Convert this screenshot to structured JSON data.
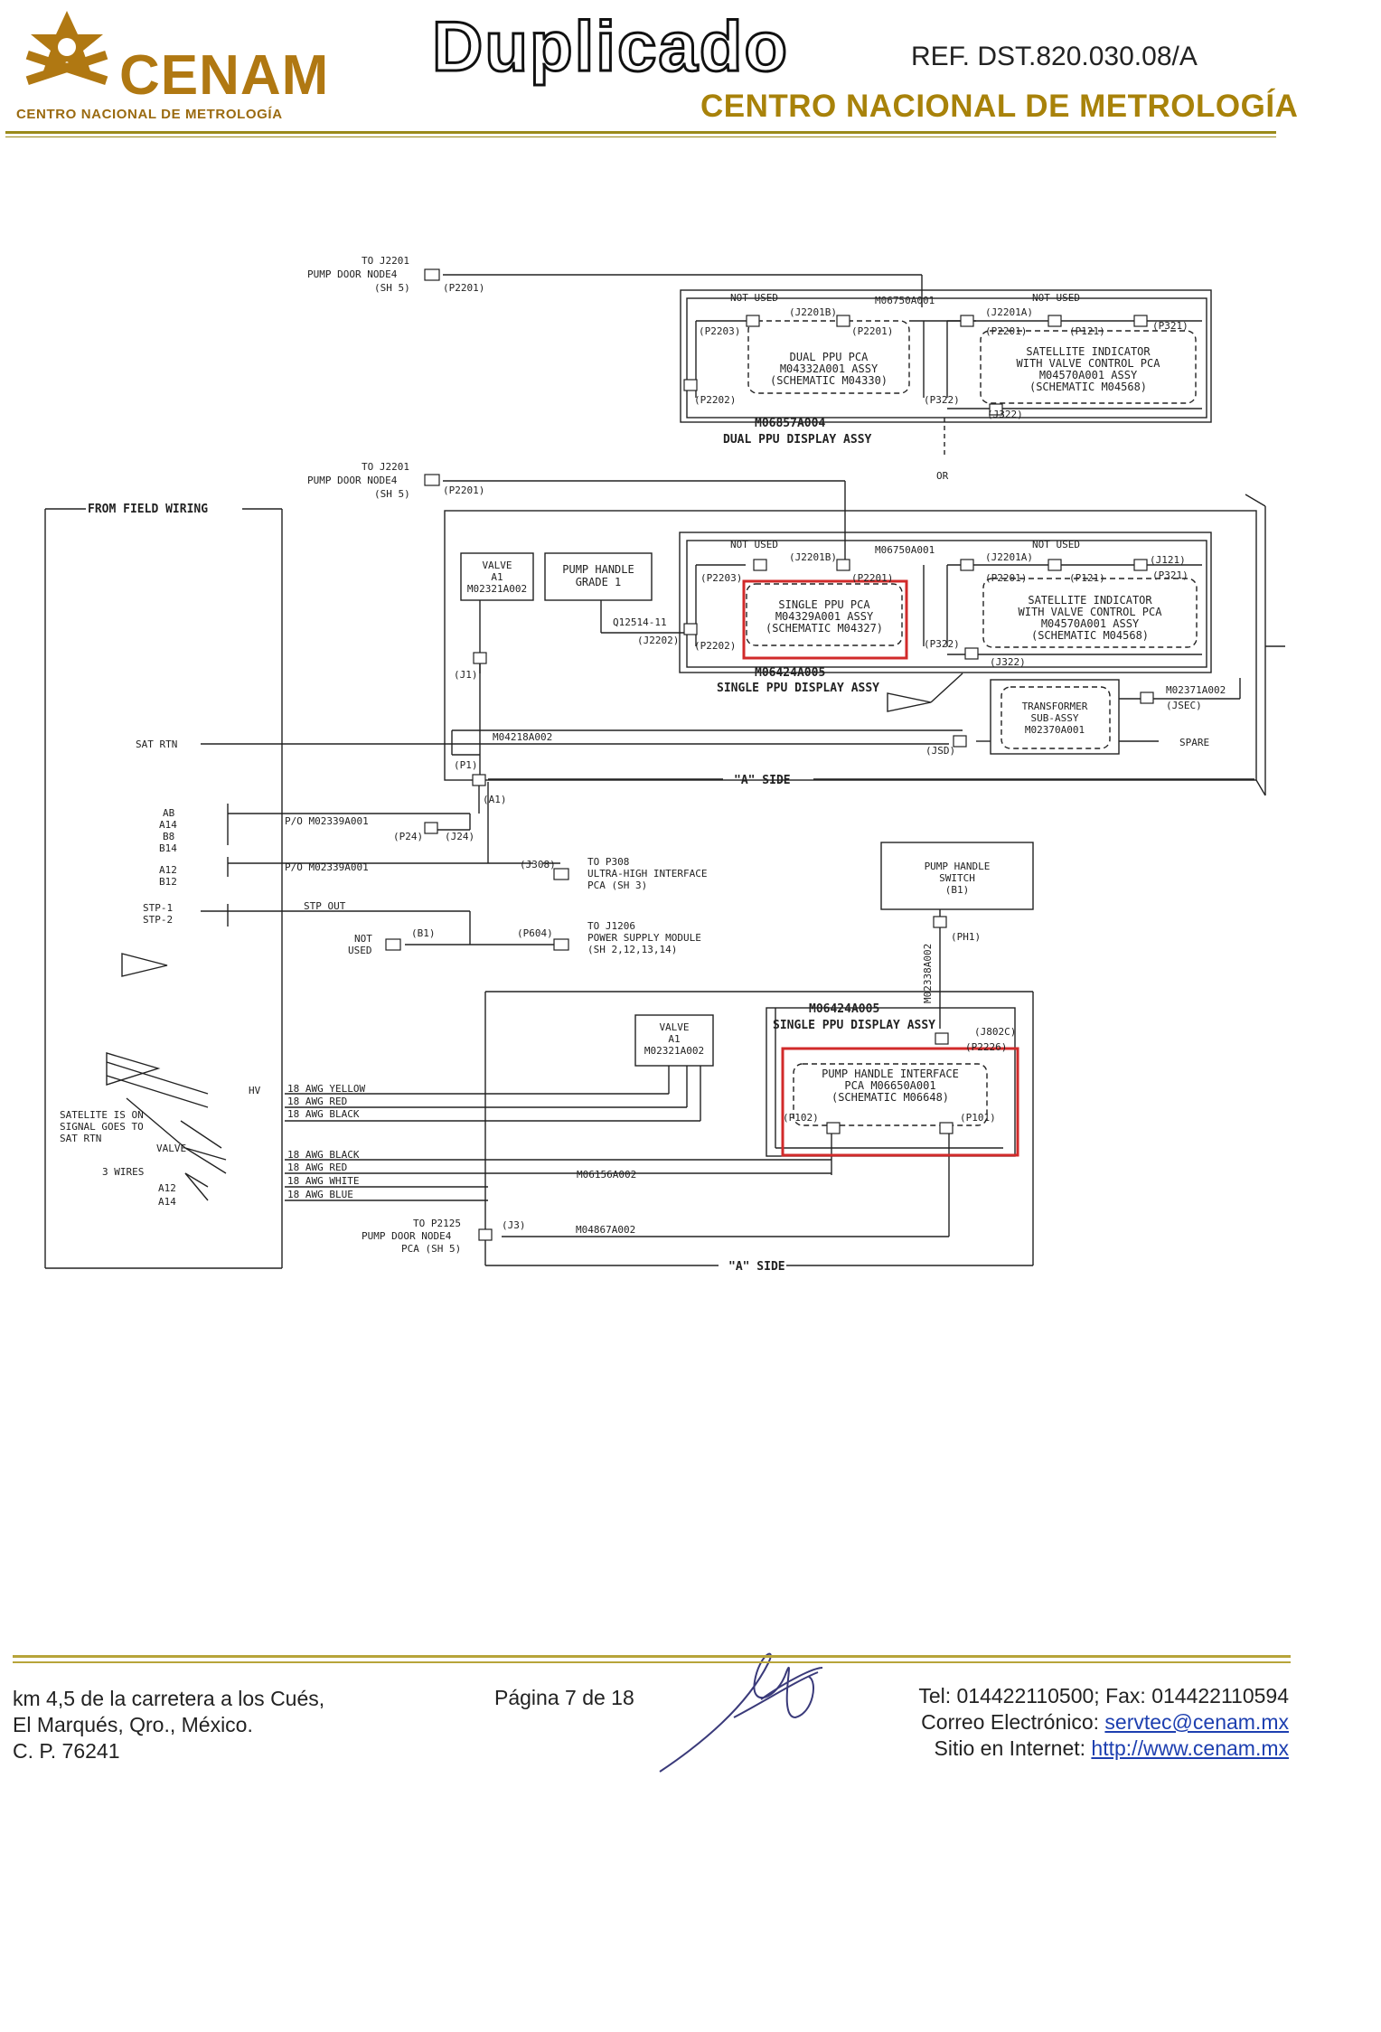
{
  "header": {
    "logo_name": "CENAM",
    "logo_subtitle": "CENTRO NACIONAL DE METROLOGÍA",
    "stamp": "Duplicado",
    "reference": "REF. DST.820.030.08/A",
    "institution": "CENTRO NACIONAL DE METROLOGÍA"
  },
  "diagram": {
    "top_feed": [
      "TO J2201",
      "PUMP DOOR NODE4",
      "(SH 5)",
      "(P2201)"
    ],
    "mid_feed": [
      "TO J2201",
      "PUMP DOOR NODE4",
      "(SH 5)",
      "(P2201)"
    ],
    "dual": {
      "not_used_left": "NOT USED",
      "j2201b": "(J2201B)",
      "p2203": "(P2203)",
      "p2201": "(P2201)",
      "part_no": "M06750A001",
      "j2201a": "(J2201A)",
      "not_used_right": "NOT USED",
      "p121": "(P121)",
      "p321": "(P321)",
      "p2201b": "(P2201)",
      "pca": [
        "DUAL PPU PCA",
        "M04332A001 ASSY",
        "(SCHEMATIC M04330)"
      ],
      "sat": [
        "SATELLITE INDICATOR",
        "WITH VALVE CONTROL PCA",
        "M04570A001 ASSY",
        "(SCHEMATIC M04568)"
      ],
      "p2202": "(P2202)",
      "p322": "(P322)",
      "j322": "(J322)",
      "assy_no": "M06857A004",
      "assy_name": "DUAL PPU DISPLAY ASSY",
      "or": "OR"
    },
    "single": {
      "not_used_left": "NOT USED",
      "j2201b": "(J2201B)",
      "p2203": "(P2203)",
      "p2201": "(P2201)",
      "part_no": "M06750A001",
      "j2201a": "(J2201A)",
      "not_used_right": "NOT USED",
      "p121": "(P121)",
      "j121": "(J121)",
      "p321": "(P321)",
      "p2201b": "(P2201)",
      "pca": [
        "SINGLE PPU PCA",
        "M04329A001 ASSY",
        "(SCHEMATIC M04327)"
      ],
      "sat": [
        "SATELLITE INDICATOR",
        "WITH VALVE CONTROL PCA",
        "M04570A001 ASSY",
        "(SCHEMATIC M04568)"
      ],
      "p2202": "(P2202)",
      "p322": "(P322)",
      "j322": "(J322)",
      "assy_no": "M06424A005",
      "assy_name": "SINGLE PPU DISPLAY ASSY",
      "valve": [
        "VALVE",
        "A1",
        "M02321A002"
      ],
      "pump_handle": [
        "PUMP HANDLE",
        "GRADE 1"
      ],
      "q12514": "Q12514-11",
      "j2202": "(J2202)",
      "j1": "(J1)",
      "transformer": [
        "TRANSFORMER",
        "SUB-ASSY",
        "M02370A001"
      ],
      "m02371": "M02371A002",
      "jsec": "(JSEC)",
      "spare": "SPARE",
      "jsd": "(JSD)",
      "m04218": "M04218A002",
      "p1": "(P1)",
      "a1": "(A1)",
      "a_side": "\"A\" SIDE"
    },
    "left": {
      "field_wiring": "FROM FIELD WIRING",
      "sat_rtn": "SAT RTN",
      "ab": "AB",
      "a14": "A14",
      "b8": "B8",
      "b14": "B14",
      "a12": "A12",
      "b12": "B12",
      "stp1": "STP-1",
      "stp2": "STP-2",
      "po1": "P/O M02339A001",
      "po2": "P/O M02339A001",
      "p24": "(P24)",
      "j24": "(J24)",
      "stp_out": "STP OUT",
      "j308": "(J308)",
      "to_p308": [
        "TO P308",
        "ULTRA-HIGH INTERFACE",
        "PCA (SH 3)"
      ],
      "not_used": [
        "NOT",
        "USED"
      ],
      "b1": "(B1)",
      "p604": "(P604)",
      "to_j1206": [
        "TO J1206",
        "POWER SUPPLY MODULE",
        "(SH 2,12,13,14)"
      ]
    },
    "lower": {
      "pump_handle_switch": [
        "PUMP HANDLE",
        "SWITCH",
        "(B1)"
      ],
      "ph1": "(PH1)",
      "m02338": "M02338A002",
      "assy_no": "M06424A005",
      "assy_name": "SINGLE PPU DISPLAY ASSY",
      "j802c": "(J802C)",
      "p2226": "(P2226)",
      "interface": [
        "PUMP HANDLE INTERFACE",
        "PCA M06650A001",
        "(SCHEMATIC M06648)"
      ],
      "p102": "(P102)",
      "p101": "(P101)",
      "valve": [
        "VALVE",
        "A1",
        "M02321A002"
      ],
      "hv": "HV",
      "valve_lbl": "VALVE",
      "satelite_note": [
        "SATELITE IS ON",
        "SIGNAL GOES TO",
        "SAT RTN"
      ],
      "three_wires": "3 WIRES",
      "a12": "A12",
      "a14": "A14",
      "wires1": [
        "18 AWG YELLOW",
        "18 AWG RED",
        "18 AWG BLACK"
      ],
      "wires2": [
        "18 AWG BLACK",
        "18 AWG RED",
        "18 AWG WHITE",
        "18 AWG BLUE"
      ],
      "m06156": "M06156A002",
      "to_p2125": [
        "TO P2125",
        "PUMP DOOR NODE4",
        "PCA (SH 5)"
      ],
      "j3": "(J3)",
      "m04867": "M04867A002",
      "a_side": "\"A\" SIDE"
    }
  },
  "footer": {
    "address": [
      "km 4,5 de la carretera a los Cués,",
      "El Marqués, Qro., México.",
      "C. P. 76241"
    ],
    "page": "Página 7 de 18",
    "phone": "Tel: 014422110500; Fax: 014422110594",
    "email_label": "Correo Electrónico:",
    "email": "servtec@cenam.mx",
    "web_label": "Sitio en Internet:",
    "web": "http://www.cenam.mx"
  }
}
